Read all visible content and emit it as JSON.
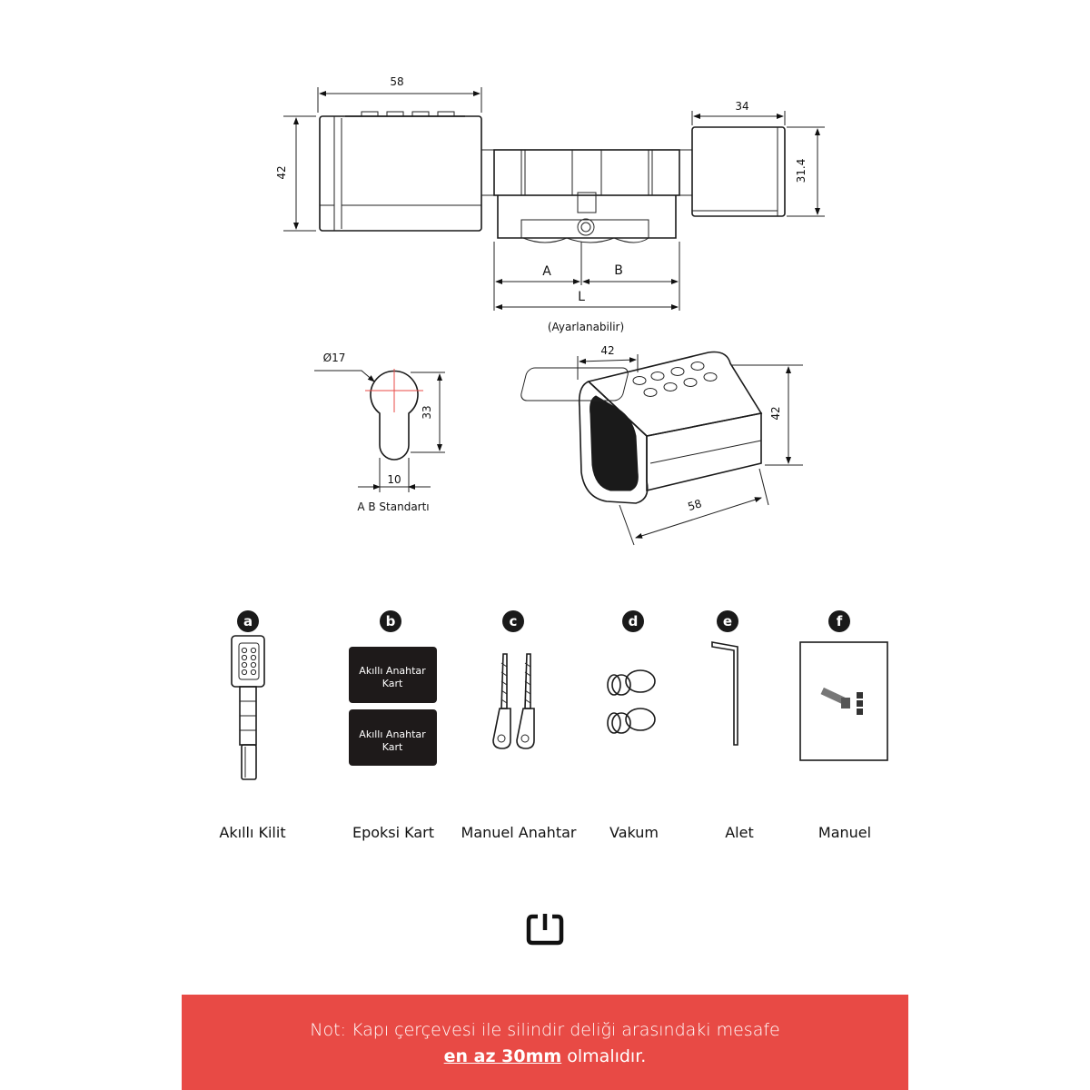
{
  "diagram_top": {
    "dim_58": "58",
    "dim_42": "42",
    "dim_34": "34",
    "dim_31_4": "31.4",
    "label_a": "A",
    "label_b": "B",
    "label_l": "L",
    "adjustable": "(Ayarlanabilir)"
  },
  "diagram_profile": {
    "dim_diameter": "Ø17",
    "dim_33": "33",
    "dim_10": "10",
    "caption": "A B Standartı"
  },
  "diagram_iso": {
    "dim_42_top": "42",
    "dim_42_side": "42",
    "dim_58": "58"
  },
  "contents": {
    "items": [
      {
        "letter": "a",
        "label": "Akıllı Kilit"
      },
      {
        "letter": "b",
        "label": "Epoksi Kart",
        "card_text_1": "Akıllı Anahtar",
        "card_text_2": "Kart"
      },
      {
        "letter": "c",
        "label": "Manuel Anahtar"
      },
      {
        "letter": "d",
        "label": "Vakum"
      },
      {
        "letter": "e",
        "label": "Alet"
      },
      {
        "letter": "f",
        "label": "Manuel"
      }
    ]
  },
  "note": {
    "line1": "Not: Kapı çerçevesi ile silindir deliği arasındaki mesafe",
    "line2_emphasis": "en az 30mm",
    "line2_rest": " olmalıdır."
  },
  "colors": {
    "note_bg": "#e84a45",
    "card_bg": "#1e1a1a",
    "badge_bg": "#1a1a1a"
  },
  "icons": {
    "brand": "power-logo-icon"
  }
}
